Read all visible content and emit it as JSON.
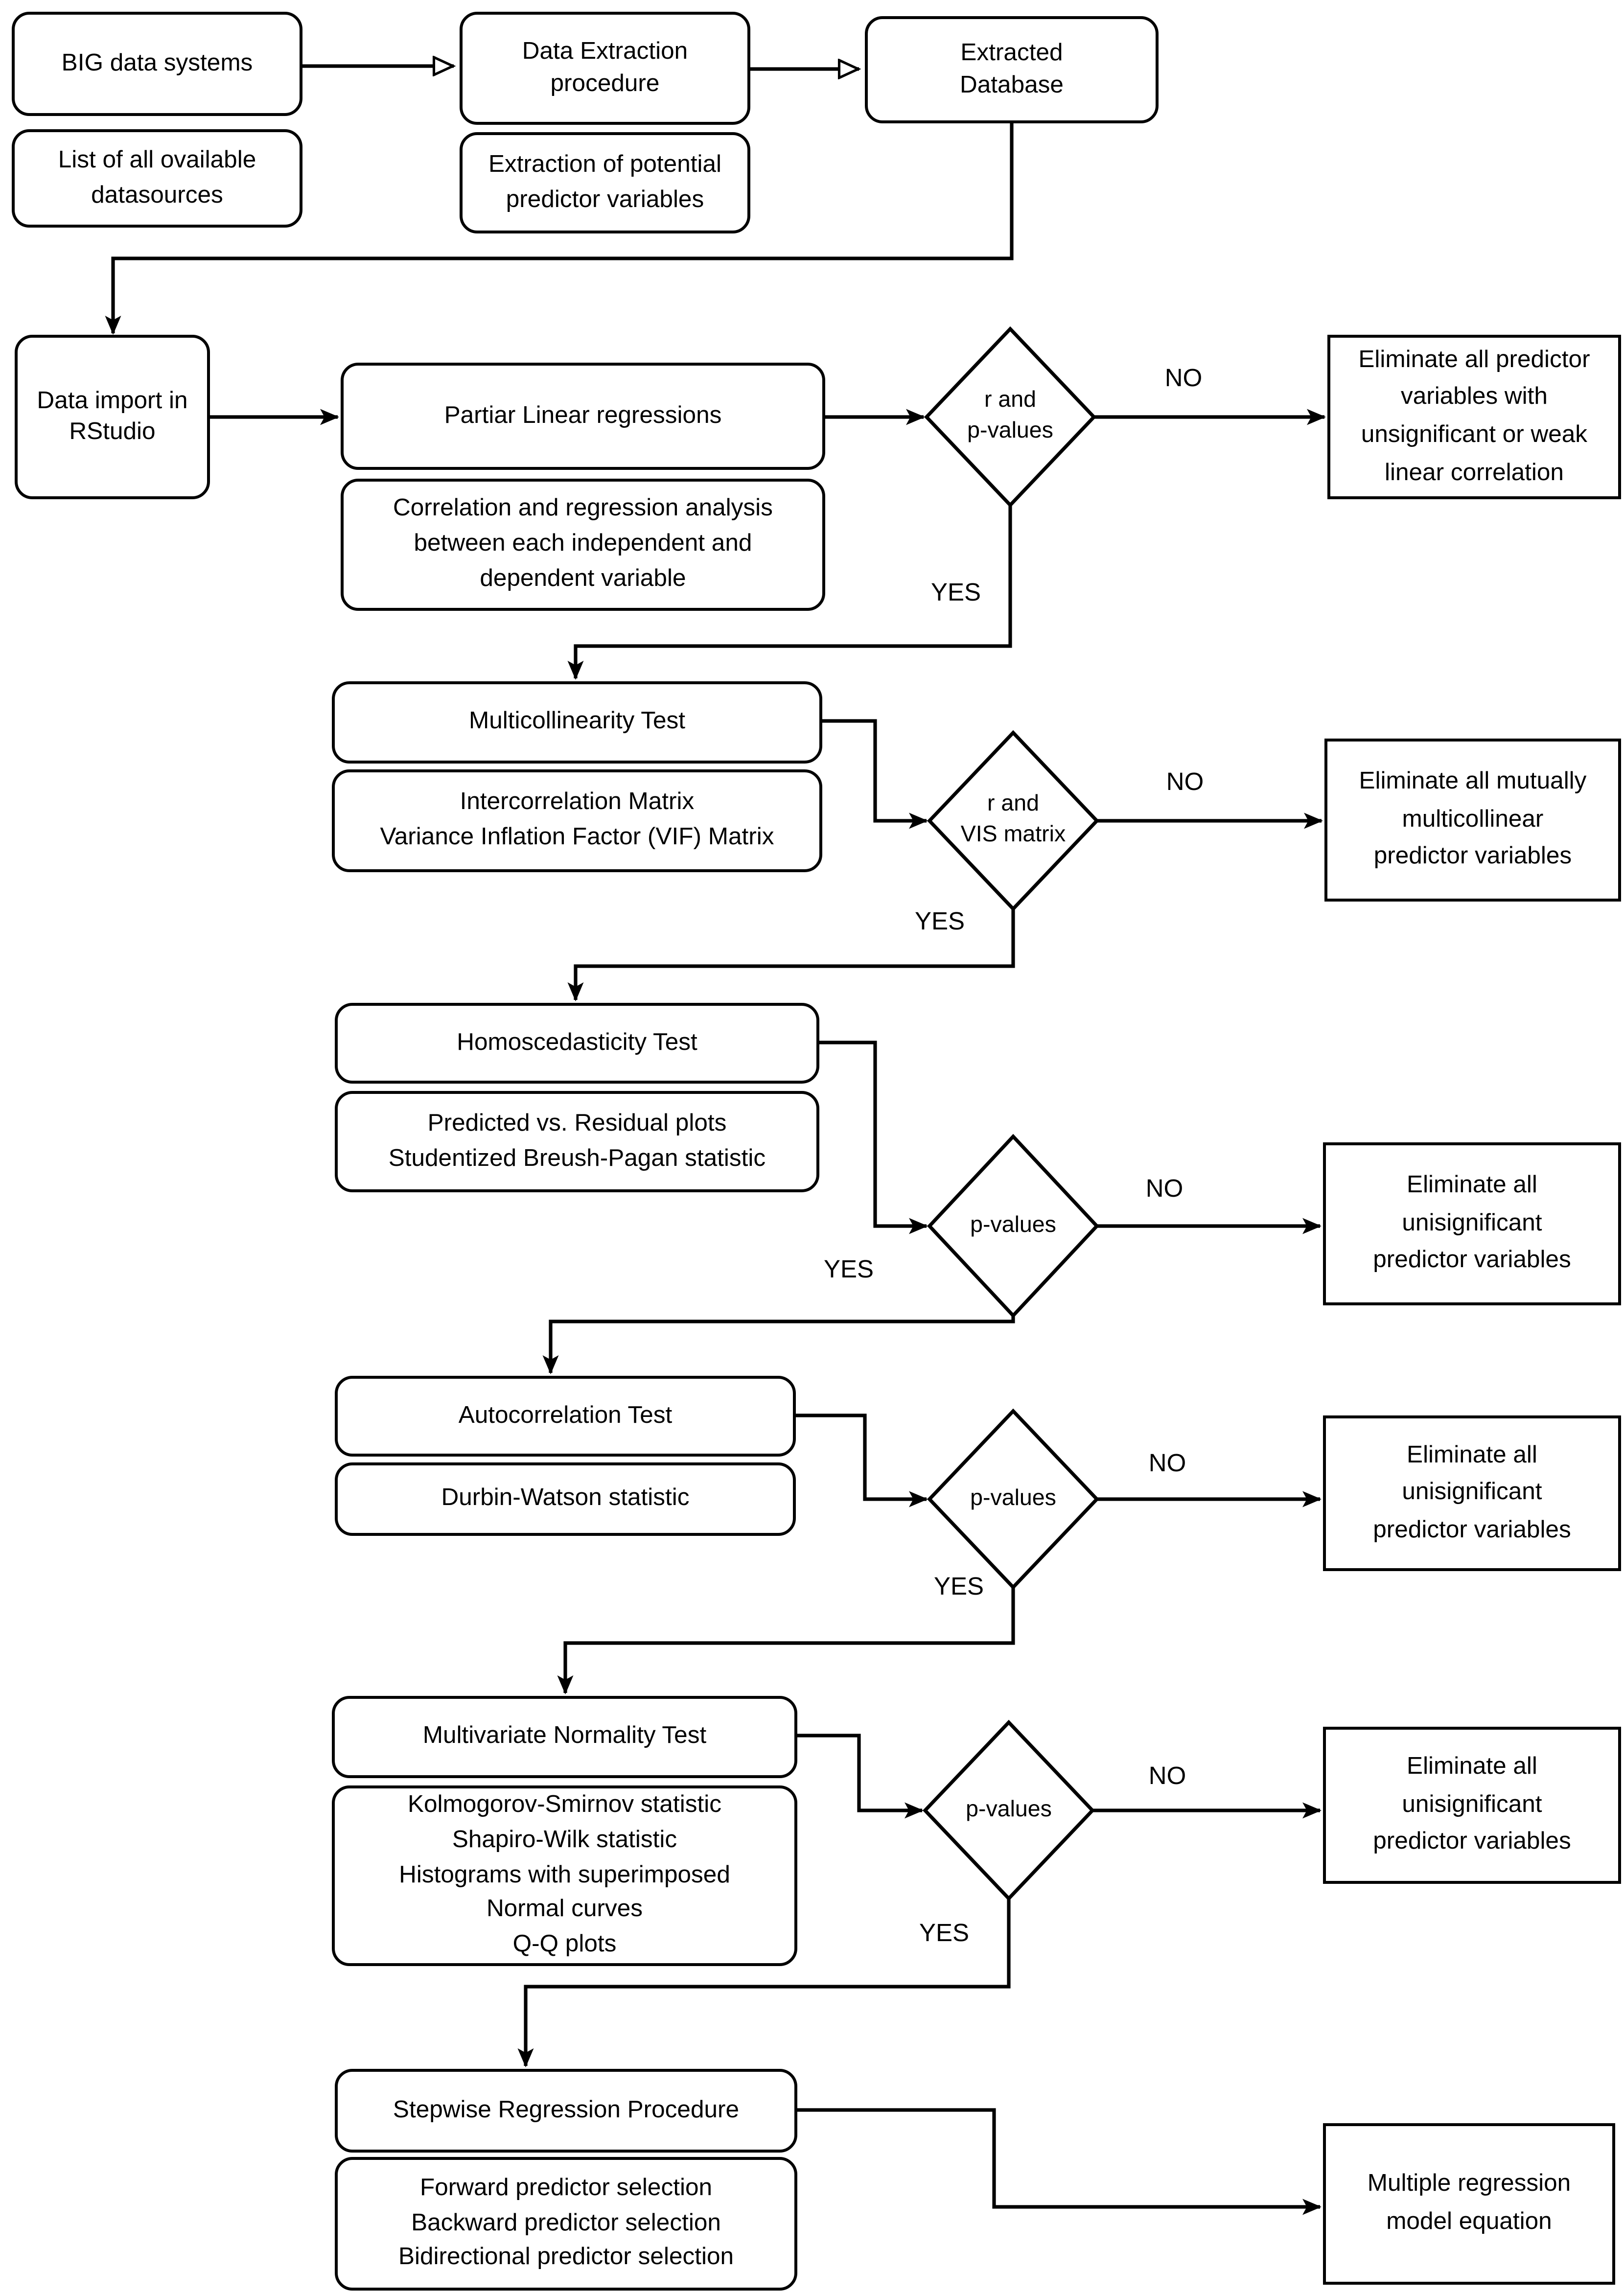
{
  "flowchart": {
    "sources": {
      "big_data": {
        "title": "BIG data systems",
        "note": "List of all ovailable\ndatasources"
      },
      "extraction": {
        "title": "Data Extraction\nprocedure",
        "note": "Extraction of potential\npredictor variables"
      },
      "database": {
        "title": "Extracted\nDatabase"
      },
      "import": {
        "title": "Data import in\nRStudio"
      }
    },
    "steps": {
      "partial_regressions": {
        "title": "Partiar Linear regressions",
        "note": "Correlation and regression analysis\nbetween each independent and\ndependent variable",
        "decision": "r and\np-values",
        "no_action": "Eliminate all predictor\nvariables with\nunsignificant or weak\nlinear correlation"
      },
      "multicollinearity": {
        "title": "Multicollinearity Test",
        "note": "Intercorrelation Matrix\nVariance Inflation Factor (VIF) Matrix",
        "decision": "r and\nVIS matrix",
        "no_action": "Eliminate all mutually\nmulticollinear\npredictor variables"
      },
      "homoscedasticity": {
        "title": "Homoscedasticity Test",
        "note": "Predicted vs. Residual plots\nStudentized Breush-Pagan statistic",
        "decision": "p-values",
        "no_action": "Eliminate all\nunisignificant\npredictor variables"
      },
      "autocorrelation": {
        "title": "Autocorrelation Test",
        "note": "Durbin-Watson statistic",
        "decision": "p-values",
        "no_action": "Eliminate all\nunisignificant\npredictor variables"
      },
      "normality": {
        "title": "Multivariate Normality Test",
        "note": "Kolmogorov-Smirnov statistic\nShapiro-Wilk statistic\nHistograms with superimposed\nNormal curves\nQ-Q plots",
        "decision": "p-values",
        "no_action": "Eliminate all\nunisignificant\npredictor variables"
      },
      "stepwise": {
        "title": "Stepwise Regression Procedure",
        "note": "Forward predictor selection\nBackward predictor selection\nBidirectional predictor selection"
      }
    },
    "result": {
      "title": "Multiple regression\nmodel equation"
    },
    "branch_labels": {
      "yes": "YES",
      "no": "NO"
    },
    "colors": {
      "stroke": "#000000",
      "fill": "#ffffff"
    }
  }
}
